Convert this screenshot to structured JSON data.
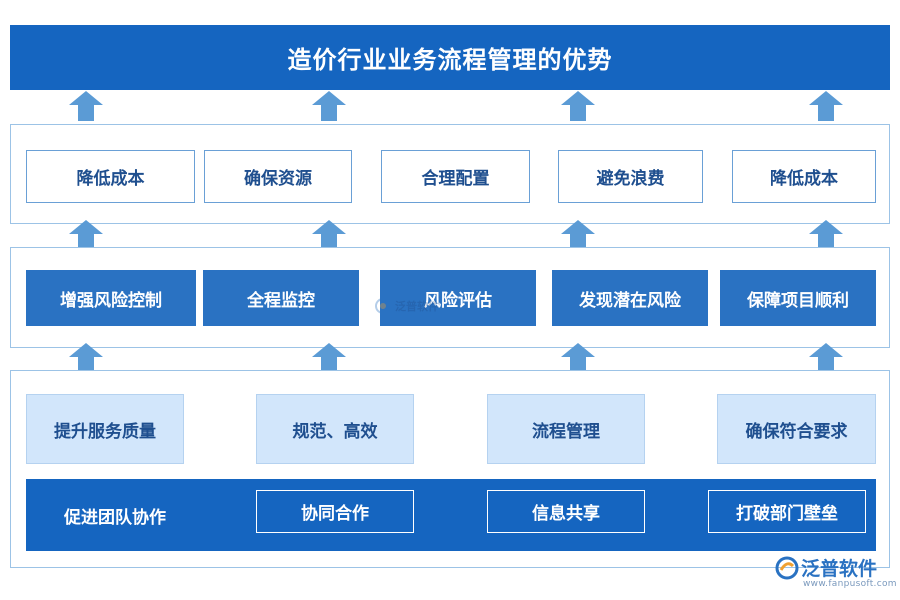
{
  "title": "造价行业业务流程管理的优势",
  "top_row": [
    "降低成本",
    "确保资源",
    "合理配置",
    "避免浪费",
    "降低成本"
  ],
  "middle_row": [
    "增强风险控制",
    "全程监控",
    "风险评估",
    "发现潜在风险",
    "保障项目顺利"
  ],
  "bottom_light_row": [
    "提升服务质量",
    "规范、高效",
    "流程管理",
    "确保符合要求"
  ],
  "bottom_bar": {
    "label": "促进团队协作",
    "items": [
      "协同合作",
      "信息共享",
      "打破部门壁垒"
    ]
  },
  "watermark": {
    "text": "泛普软件"
  },
  "logo": {
    "name": "泛普软件",
    "url": "www.fanpusoft.com"
  },
  "colors": {
    "title_bg": "#1565c0",
    "arrow": "#5b9bd5",
    "solid_box": "#2a72c2",
    "light_box": "#d2e6fb",
    "panel_border": "#9cc3e6"
  }
}
